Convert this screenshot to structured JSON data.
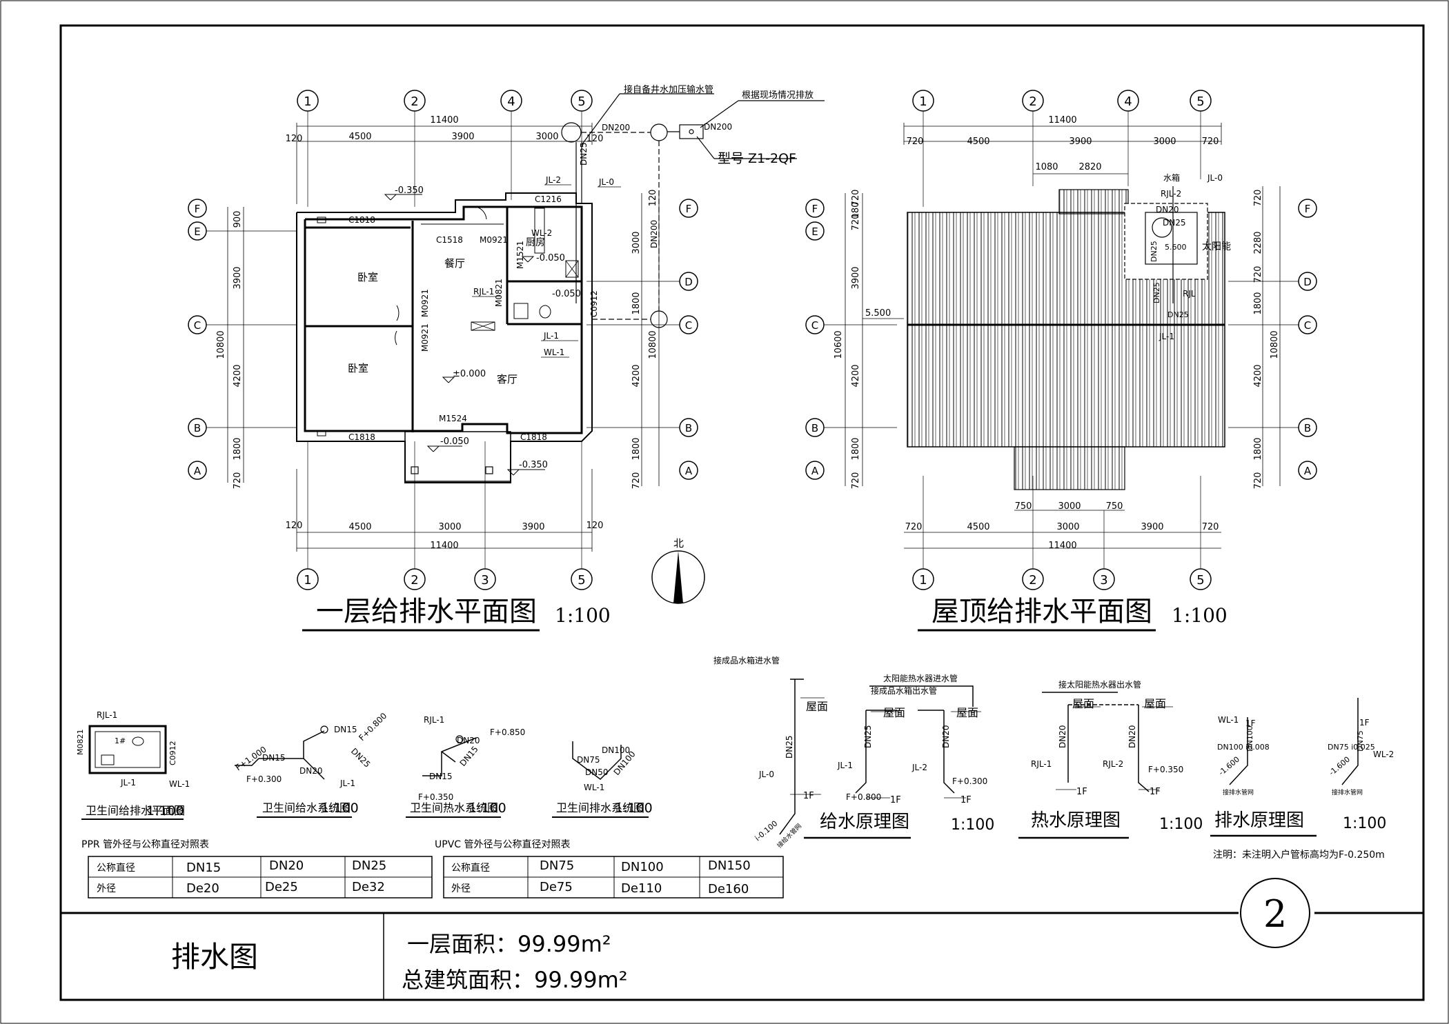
{
  "plan1": {
    "title": "一层给排水平面图",
    "scale": "1:100",
    "axes_top": [
      "1",
      "2",
      "4",
      "5"
    ],
    "axes_bottom": [
      "1",
      "2",
      "3",
      "5"
    ],
    "axes_left": [
      "F",
      "E",
      "C",
      "B",
      "A"
    ],
    "axes_right": [
      "F",
      "D",
      "C",
      "B",
      "A"
    ],
    "dim_total_top": "11400",
    "dim_top": [
      "120",
      "4500",
      "3900",
      "3000",
      "120"
    ],
    "dim_total_bottom": "11400",
    "dim_bottom": [
      "120",
      "4500",
      "3000",
      "3900",
      "120"
    ],
    "dim_left_total": "10800",
    "dim_left": [
      "900",
      "3900",
      "4200",
      "1800",
      "720"
    ],
    "dim_right_total": "10800",
    "dim_right": [
      "120",
      "3000",
      "1800",
      "4200",
      "1800",
      "720"
    ],
    "rooms": {
      "bed1": "卧室",
      "bed2": "卧室",
      "dining": "餐厅",
      "living": "客厅",
      "kitchen": "厨房"
    },
    "doors": [
      "M0921",
      "M0921",
      "M0921",
      "M1524",
      "M1521",
      "M0821"
    ],
    "windows": [
      "C1818",
      "C1518",
      "C1818",
      "C1818",
      "C1216",
      "C0912"
    ],
    "levels": [
      "-0.350",
      "-0.050",
      "-0.050",
      "±0.000",
      "-0.050",
      "-0.350"
    ],
    "pipes": [
      "JL-2",
      "JL-0",
      "WL-2",
      "RJL-1",
      "JL-1",
      "WL-1"
    ],
    "dn": [
      "DN200",
      "DN200",
      "DN200",
      "DN25"
    ],
    "note_water": "接自备井水加压输水管",
    "note_drain": "根据现场情况排放",
    "septic_model": "型号 Z1-2QF",
    "north": "北"
  },
  "plan2": {
    "title": "屋顶给排水平面图",
    "scale": "1:100",
    "axes_top": [
      "1",
      "2",
      "4",
      "5"
    ],
    "axes_bottom": [
      "1",
      "2",
      "3",
      "5"
    ],
    "axes_left": [
      "F",
      "E",
      "C",
      "B",
      "A"
    ],
    "axes_right": [
      "F",
      "D",
      "C",
      "B",
      "A"
    ],
    "dim_total_top": "11400",
    "dim_top": [
      "720",
      "4500",
      "3900",
      "3000",
      "720"
    ],
    "dim_top2": [
      "1080",
      "2820"
    ],
    "dim_total_bottom": "11400",
    "dim_bottom": [
      "720",
      "4500",
      "3000",
      "3900",
      "720"
    ],
    "dim_bottom2": [
      "750",
      "3000",
      "750"
    ],
    "dim_left_total": "10600",
    "dim_left": [
      "720",
      "180",
      "720",
      "3900",
      "4200",
      "1800",
      "720"
    ],
    "dim_right_total": "10800",
    "dim_right": [
      "720",
      "2280",
      "720",
      "1800",
      "4200",
      "1800",
      "720"
    ],
    "level": "5.500",
    "solar": "太阳能",
    "water_tank": "水箱",
    "pipes": [
      "JL-0",
      "RJL-2",
      "DN20",
      "DN25",
      "DN25",
      "DN25",
      "RJL",
      "DN25",
      "JL-1"
    ],
    "level2": "5.600"
  },
  "details": {
    "bath_plan": {
      "title": "卫生间给排水平面图",
      "scale": "1:100",
      "labels": [
        "RJL-1",
        "M0821",
        "C0912",
        "JL-1",
        "WL-1",
        "1#"
      ]
    },
    "bath_supply": {
      "title": "卫生间给水系统图",
      "scale": "1:100",
      "labels": [
        "DN15",
        "F+0.800",
        "F+1.000",
        "DN15",
        "DN20",
        "DN25",
        "F+0.300",
        "JL-1"
      ]
    },
    "bath_hot": {
      "title": "卫生间热水系统图",
      "scale": "1:100",
      "labels": [
        "RJL-1",
        "DN20",
        "F+0.850",
        "DN15",
        "DN15",
        "F+0.350"
      ]
    },
    "bath_drain": {
      "title": "卫生间排水系统图",
      "scale": "1:100",
      "labels": [
        "DN100",
        "DN75",
        "DN50",
        "DN100",
        "WL-1"
      ]
    }
  },
  "risers": {
    "supply": {
      "title": "给水原理图",
      "scale": "1:100",
      "labels": [
        "接成品水箱进水管",
        "太阳能热水器进水管",
        "接成品水箱出水管",
        "屋面",
        "屋面",
        "屋面",
        "DN25",
        "DN25",
        "DN20",
        "JL-0",
        "JL-1",
        "JL-2",
        "F+0.800",
        "F+0.300",
        "1F",
        "1F",
        "1F",
        "i-0.100",
        "接给水管网"
      ]
    },
    "hot": {
      "title": "热水原理图",
      "scale": "1:100",
      "labels": [
        "接太阳能热水器出水管",
        "屋面",
        "屋面",
        "DN20",
        "DN20",
        "RJL-1",
        "RJL-2",
        "F+0.350",
        "1F",
        "1F"
      ]
    },
    "drain": {
      "title": "排水原理图",
      "scale": "1:100",
      "labels": [
        "WL-1",
        "1F",
        "1F",
        "DN100 i0.008",
        "DN75 i0.025",
        "DN100",
        "DN75",
        "WL-2",
        "-1.600",
        "-1.600",
        "接排水管网",
        "接排水管网"
      ],
      "note": "注明：未注明入户管标高均为F-0.250m"
    }
  },
  "tables": {
    "ppr": {
      "caption": "PPR 管外径与公称直径对照表",
      "rows": [
        [
          "公称直径",
          "DN15",
          "DN20",
          "DN25"
        ],
        [
          "外径",
          "De20",
          "De25",
          "De32"
        ]
      ]
    },
    "upvc": {
      "caption": "UPVC 管外径与公称直径对照表",
      "rows": [
        [
          "公称直径",
          "DN75",
          "DN100",
          "DN150"
        ],
        [
          "外径",
          "De75",
          "De110",
          "De160"
        ]
      ]
    }
  },
  "titleblock": {
    "drawing_name": "排水图",
    "area1": "一层面积：99.99m²",
    "area2": "总建筑面积：99.99m²",
    "sheet_no": "2"
  }
}
